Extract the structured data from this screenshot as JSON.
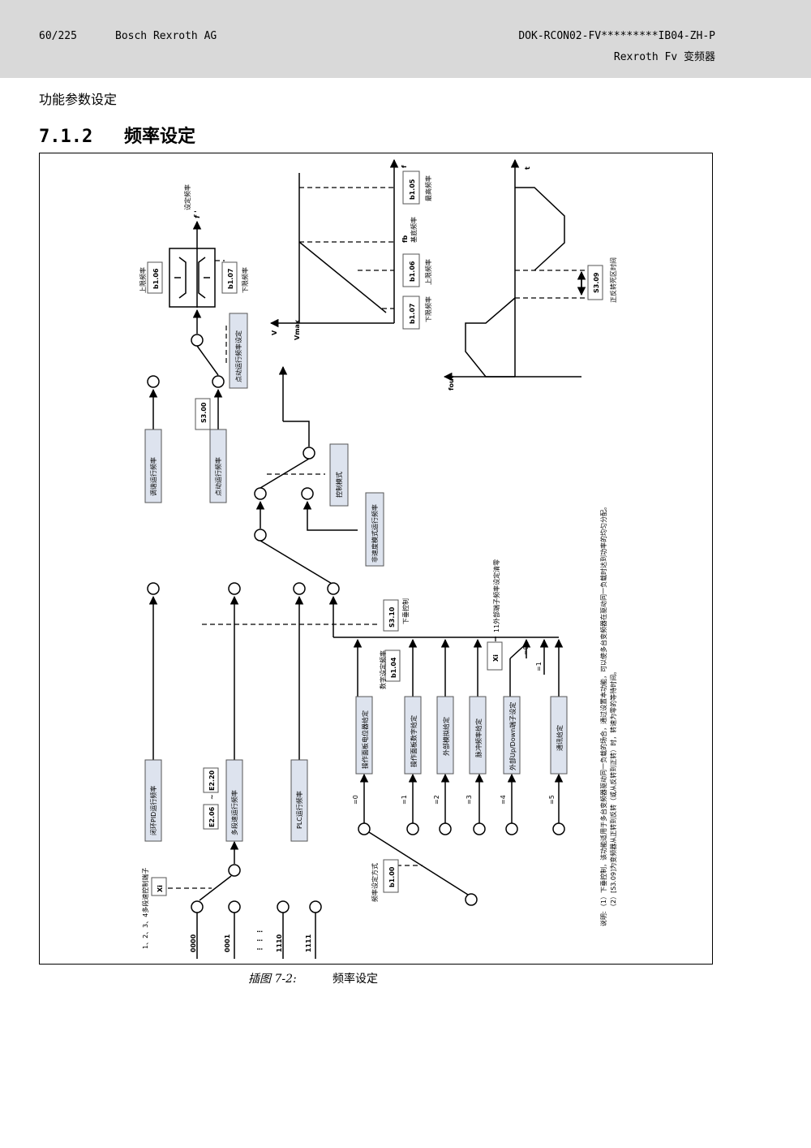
{
  "header": {
    "page": "60/225",
    "company": "Bosch Rexroth AG",
    "doc_code": "DOK-RCON02-FV*********IB04-ZH-P",
    "product": "Rexroth Fv 变频器"
  },
  "section_label": "功能参数设定",
  "heading": {
    "number": "7.1.2",
    "title": "频率设定"
  },
  "figure": {
    "caption_label": "插图 7-2:",
    "caption_text": "频率设定",
    "labels": {
      "set_freq": "设定频率",
      "f_prime": "f '",
      "upper_limit": "上限频率",
      "lower_limit": "下限频率",
      "jog_freq_setting": "点动运行频率设定",
      "jog_run_freq": "点动运行频率",
      "tune_run_freq": "调谐运行频率",
      "control_mode": "控制模式",
      "non_speed_mode": "非速度模式运行频率",
      "droop_control": "下垂控制",
      "ext_terminal_clear": "11外部端子频率设定清零",
      "digital_setting_freq": "数字设定频率",
      "freq_setting_mode": "频率设定方式",
      "closed_loop_pid": "闭环PID运行频率",
      "multi_speed_freq": "多段速运行频率",
      "plc_freq": "PLC运行频率",
      "multi_speed_terminal": "1、2、3、4多段速控制端子",
      "panel_pot": "操作面板电位器给定",
      "panel_digital": "操作面板数字给定",
      "ext_analog": "外部模拟给定",
      "pulse_freq": "脉冲频率给定",
      "ext_updown": "外部Up/Down端子设定",
      "comm_setting": "通讯给定",
      "max_freq": "最高频率",
      "base_freq": "基底频率",
      "fb": "fb",
      "f_axis": "f",
      "t_axis": "t",
      "fout": "fout",
      "v_axis": "V",
      "vmax": "Vmax",
      "deadband": "正反转死区时间",
      "dash": "~",
      "eq0": "=0",
      "eq1": "=1",
      "eq2": "=2",
      "eq3": "=3",
      "eq4": "=4",
      "eq5": "=5",
      "note_title": "说明:",
      "note_1": "（1）下垂控制，该功能适用于多台变频器驱动同一负载的场合，通过设置本功能，可以使多台变频器在驱动同一负载时达到功率的均匀分配。",
      "note_2": "（2）[S3.09]为变频器从正转到反转（或从反转到正转）时，转速为零的等待时间。"
    },
    "codes": {
      "b106": "b1.06",
      "b107": "b1.07",
      "s300": "S3.00",
      "s310": "S3.10",
      "b104": "b1.04",
      "b100": "b1.00",
      "e206": "E2.06",
      "e220": "E2.20",
      "xi": "Xi",
      "b105": "b1.05",
      "s309": "S3.09"
    },
    "bits": [
      "0000",
      "0001",
      "⋮ ⋮ ⋮",
      "1110",
      "1111"
    ]
  }
}
